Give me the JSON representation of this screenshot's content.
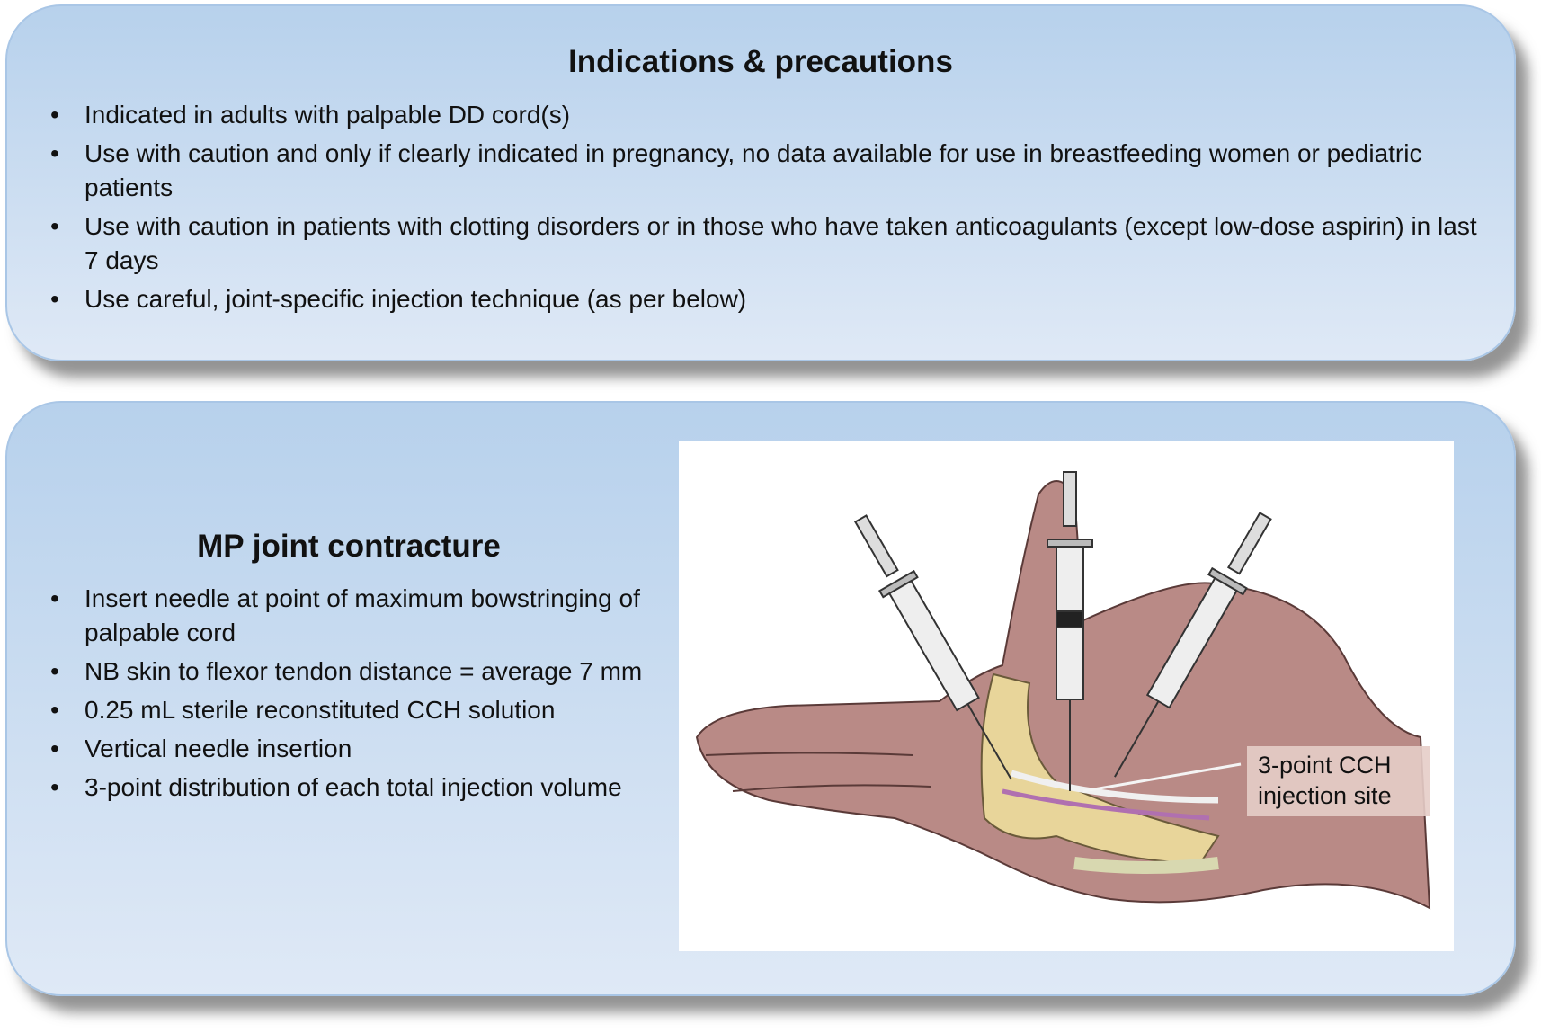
{
  "indications": {
    "title": "Indications & precautions",
    "bullets": [
      "Indicated in adults with palpable DD cord(s)",
      "Use with caution and only if clearly indicated in pregnancy, no data available for use in breastfeeding women or pediatric patients",
      "Use with caution in patients with clotting disorders or in those who have taken anticoagulants (except low-dose aspirin) in last 7 days",
      "Use careful, joint-specific injection technique (as per below)"
    ]
  },
  "mp_joint": {
    "title": "MP joint contracture",
    "bullets": [
      "Insert needle at point of maximum bowstringing of palpable cord",
      "NB skin to flexor tendon distance = average 7 mm",
      "0.25 mL sterile reconstituted CCH solution",
      "Vertical needle insertion",
      "3-point distribution of each total injection volume"
    ],
    "figure_label": "3-point CCH injection site"
  },
  "bullet_char": "•"
}
